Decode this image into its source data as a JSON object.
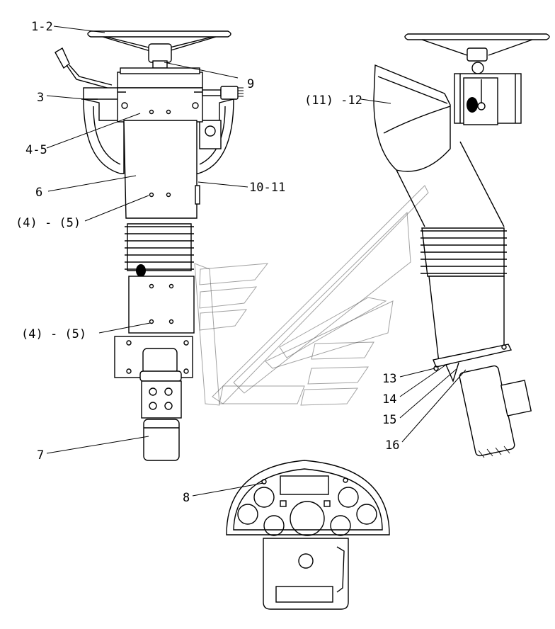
{
  "callouts": [
    {
      "id": "c1",
      "text": "1-2"
    },
    {
      "id": "c2",
      "text": "3"
    },
    {
      "id": "c3",
      "text": "9"
    },
    {
      "id": "c4",
      "text": "4-5"
    },
    {
      "id": "c5",
      "text": "6"
    },
    {
      "id": "c6",
      "text": "10-11"
    },
    {
      "id": "c7",
      "text": "(4) - (5)"
    },
    {
      "id": "c8",
      "text": "(4) - (5)"
    },
    {
      "id": "c9",
      "text": "7"
    },
    {
      "id": "c10",
      "text": "(11) -12"
    },
    {
      "id": "c11",
      "text": "13"
    },
    {
      "id": "c12",
      "text": "14"
    },
    {
      "id": "c13",
      "text": "15"
    },
    {
      "id": "c14",
      "text": "16"
    },
    {
      "id": "c15",
      "text": "8"
    }
  ]
}
